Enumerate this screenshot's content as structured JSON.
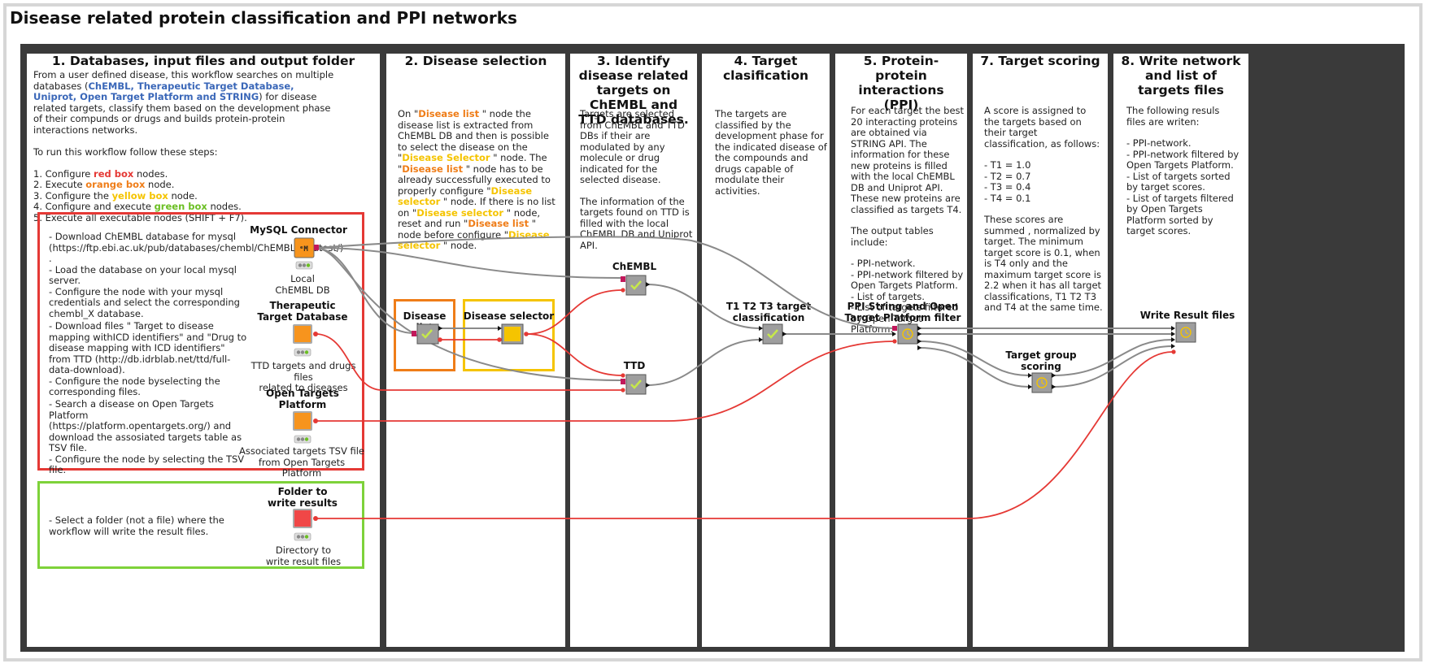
{
  "title": "Disease related protein classification and PPI networks",
  "columns": {
    "c1": {
      "heading": "1. Databases, input files and output folder",
      "intro_a": "From a user defined disease, this workflow searches on multiple databases (",
      "intro_db": "ChEMBL, Therapeutic Target Database, Uniprot, Open Target Platform and STRING",
      "intro_b": ") for disease related targets, classify them based on the development phase of their compunds or drugs and builds protein-protein interactions networks.",
      "steps_intro": "To run this workflow follow these steps:",
      "step1_a": "1. Configure ",
      "step1_k": "red box",
      "step1_b": " nodes.",
      "step2_a": "2. Execute ",
      "step2_k": "orange box",
      "step2_b": " node.",
      "step3_a": "3. Configure the ",
      "step3_k": "yellow box",
      "step3_b": " node.",
      "step4_a": "4. Configure  and execute ",
      "step4_k": "green box",
      "step4_b": " nodes.",
      "step5": "5. Execute all executable nodes (SHIFT + F7).",
      "red_text1": "- Download ChEMBL database for mysql (https://ftp.ebi.ac.uk/pub/databases/chembl/ChEMBLdb/latest/) .\n- Load the database on your local mysql server.\n- Configure the node with your mysql credentials and select the corresponding chembl_X database.",
      "red_text2": "- Download files \" Target to disease mapping withICD identifiers\" and \"Drug to disease mapping with ICD identifiers\" from TTD (http://db.idrblab.net/ttd/full-data-download).\n- Configure the node byselecting the corresponding files.",
      "red_text3": "- Search a disease on Open Targets Platform (https://platform.opentargets.org/) and download the assosiated targets table as TSV file.\n- Configure the node by selecting the TSV file.",
      "green_text": "- Select a folder (not a file) where the workflow will write the result files."
    },
    "c2": {
      "heading": "2. Disease selection",
      "t1": "On \"",
      "k1": "Disease list",
      "t2": " \" node the disease list is extracted from ChEMBL DB and then is possible to select the disease on the \"",
      "k2": "Disease Selector",
      "t3": " \" node. The \"",
      "k3": "Disease list",
      "t4": " \" node has to be already successfully executed to properly configure \"",
      "k4": "Disease selector",
      "t5": " \" node. If there is no list on \"",
      "k5": "Disease selector",
      "t6": " \" node, reset and run \"",
      "k6": "Disease list",
      "t7": " \" node before configure \"",
      "k7": "Disease selector",
      "t8": " \" node."
    },
    "c3": {
      "heading": "3. Identify  disease related targets on ChEMBL and TTD databases.",
      "p1": "Targets are selected from ChEMBL and TTD DBs if their are modulated by any molecule or drug indicated for the selected disease.",
      "p2": "The information of the targets found on TTD is filled with the local ChEMBL DB and Uniprot API."
    },
    "c4": {
      "heading": "4. Target clasification",
      "p1": "The targets are classified by the development  phase for the indicated disease of the compounds and drugs capable of modulate their activities."
    },
    "c5": {
      "heading": "5. Protein-protein interactions (PPI)",
      "p1": "For each target the best 20 interacting proteins are obtained via STRING API. The information for these new proteins is filled with the local ChEMBL DB and Uniprot API. These new proteins are classified as targets T4.",
      "p2": "The output tables include:",
      "p3": "- PPI-network.\n- PPI-network filtered by Open Targets Platform.\n- List of targets.\n- List of targets filtered by Open Target Platform."
    },
    "c7": {
      "heading": "7. Target scoring",
      "p1": "A score is assigned to the targets based on their target classification, as follows:",
      "p2": "- T1 = 1.0\n- T2 = 0.7\n- T3 = 0.4\n- T4 = 0.1",
      "p3": "These scores are summed , normalized by target. The minimum target score is 0.1, when is T4 only and the maximum target score is 2.2 when it has all target classifications, T1 T2 T3 and T4 at the same time."
    },
    "c8": {
      "heading": "8. Write network and list of targets files",
      "p1": "The following resuls files are writen:",
      "p2": "- PPI-network.\n- PPI-network filtered by Open Targets Platform.\n- List of targets sorted by target scores.\n- List of targets filtered by Open Targets Platform sorted by target scores."
    }
  },
  "nodes": {
    "mysql": {
      "label": "MySQL Connector",
      "sub": "Local\nChEMBL DB"
    },
    "ttd_reader": {
      "label": "Therapeutic\nTarget Database",
      "sub": "TTD targets and drugs files\nrelated to diseases"
    },
    "otp_reader": {
      "label": "Open Targets\nPlatform",
      "sub": "Associated targets TSV file\nfrom Open Targets Platform"
    },
    "folder": {
      "label": "Folder to\nwrite results",
      "sub": "Directory to\nwrite result files"
    },
    "disease_list": {
      "label": "Disease list"
    },
    "disease_selector": {
      "label": "Disease selector"
    },
    "chembl": {
      "label": "ChEMBL"
    },
    "ttd": {
      "label": "TTD"
    },
    "classification": {
      "label": "T1 T2 T3 target\nclassification"
    },
    "ppi": {
      "label": "PPI String and Open\nTarget Platform filter"
    },
    "scoring": {
      "label": "Target group\nscoring"
    },
    "writer": {
      "label": "Write Result files"
    }
  },
  "colors": {
    "red": "#e53935",
    "orange": "#ef7d18",
    "yellow": "#f5c400",
    "green": "#7ed23a",
    "blue": "#3a67b8",
    "node_ok": "#6bbf23"
  }
}
